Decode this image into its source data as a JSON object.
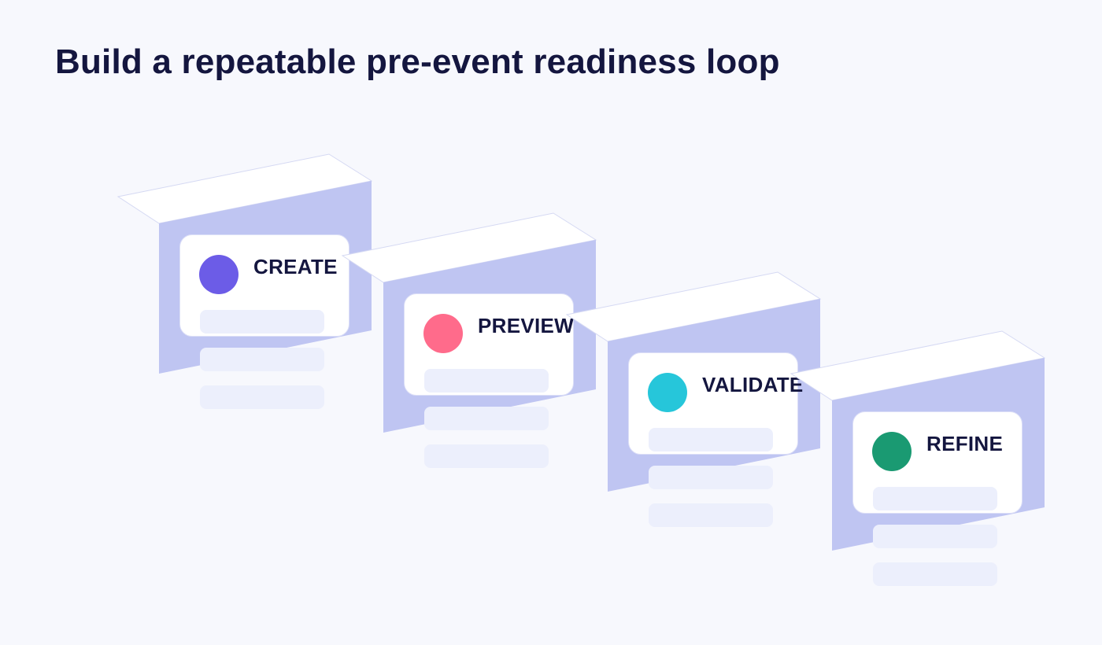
{
  "title": "Build a repeatable pre-event readiness loop",
  "colors": {
    "background": "#f7f8fd",
    "block_face": "#bfc5f2",
    "block_top": "#ffffff",
    "text": "#14163f",
    "placeholder_bar": "#eceffc"
  },
  "steps": [
    {
      "label": "CREATE",
      "color": "#6c5ce7"
    },
    {
      "label": "PREVIEW",
      "color": "#ff6b8b"
    },
    {
      "label": "VALIDATE",
      "color": "#26c6da"
    },
    {
      "label": "REFINE",
      "color": "#1a9a72"
    }
  ]
}
